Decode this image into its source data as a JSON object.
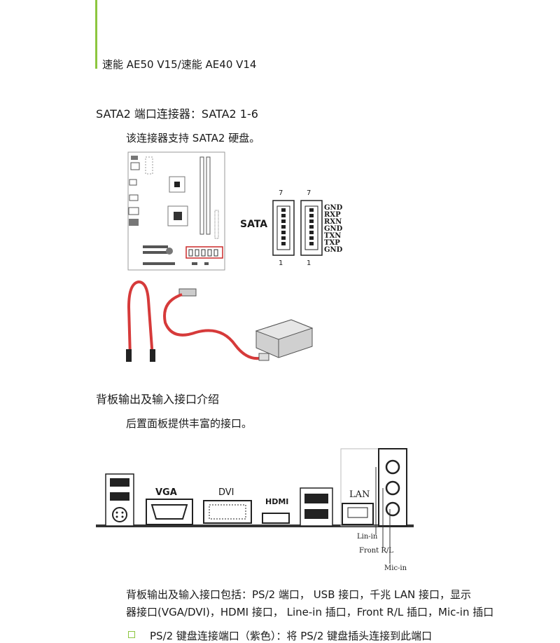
{
  "header": {
    "model": "速能 AE50 V15/速能 AE40 V14"
  },
  "sata_section": {
    "title": "SATA2 端口连接器：SATA2 1-6",
    "desc": "该连接器支持 SATA2  硬盘。",
    "label": "SATA",
    "pin_top": "7",
    "pin_bottom": "1",
    "pins": [
      "GND",
      "RXP",
      "RXN",
      "GND",
      "TXN",
      "TXP",
      "GND"
    ]
  },
  "rear_section": {
    "title": "背板输出及输入接口介绍",
    "desc": "后置面板提供丰富的接口。",
    "labels": {
      "vga": "VGA",
      "dvi": "DVI",
      "hdmi": "HDMI",
      "lan": "LAN",
      "line_in": "Lin-in",
      "front": "Front R/L",
      "mic_in": "Mic-in"
    },
    "para_line1": "背板输出及输入接口包括：PS/2 端口，  USB 接口，千兆 LAN 接口，显示",
    "para_line2": "器接口(VGA/DVI)，HDMI 接口，  Line-in 插口，Front R/L 插口，Mic-in 插口",
    "bullet_text": "PS/2  键盘连接端口（紫色）：将  PS/2  键盘插头连接到此端口"
  },
  "colors": {
    "accent": "#8cc63f",
    "highlight": "#cc2a2a",
    "cable": "#d63a3a"
  }
}
